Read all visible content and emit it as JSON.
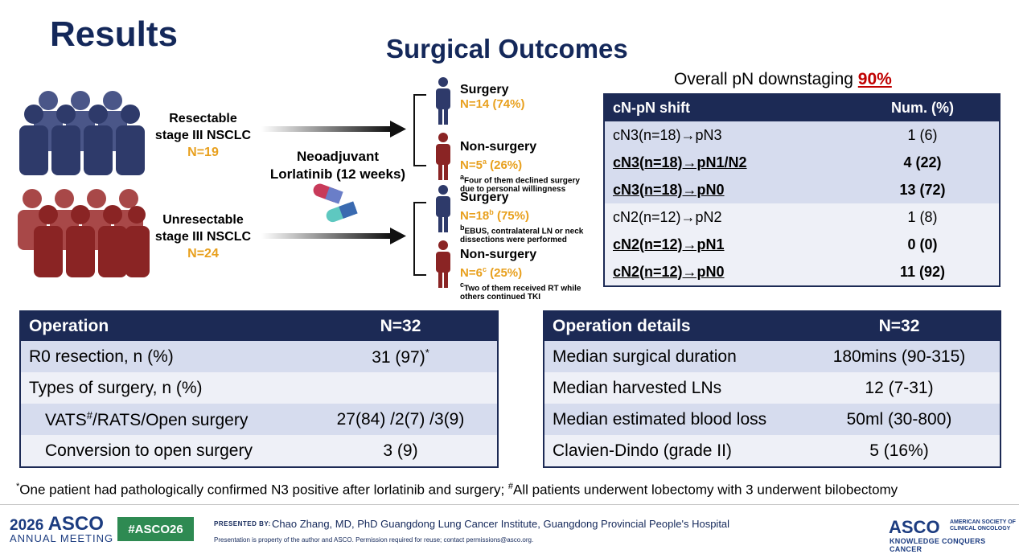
{
  "title": "Results",
  "subtitle": "Surgical Outcomes",
  "groups": {
    "resectable": {
      "line1": "Resectable",
      "line2": "stage III NSCLC",
      "n": "N=19"
    },
    "unresectable": {
      "line1": "Unresectable",
      "line2": "stage III NSCLC",
      "n": "N=24"
    }
  },
  "treatment": {
    "line1": "Neoadjuvant",
    "line2": "Lorlatinib (12 weeks)"
  },
  "outcomes": {
    "res_surgery": {
      "label": "Surgery",
      "n": "N=14 (74%)"
    },
    "res_nonsurgery": {
      "label": "Non-surgery",
      "n_pre": "N=5",
      "n_sup": "a",
      "n_post": " (26%)",
      "note_sup": "a",
      "note": "Four of them declined surgery due to personal willingness"
    },
    "unres_surgery": {
      "label": "Surgery",
      "n_pre": "N=18",
      "n_sup": "b",
      "n_post": " (75%)",
      "note_sup": "b",
      "note": "EBUS, contralateral LN or neck dissections were performed"
    },
    "unres_nonsurgery": {
      "label": "Non-surgery",
      "n_pre": "N=6",
      "n_sup": "c",
      "n_post": " (25%)",
      "note_sup": "c",
      "note": "Two of them received RT while others continued TKI"
    }
  },
  "downstaging": {
    "label": "Overall pN downstaging ",
    "value": "90%"
  },
  "shift_table": {
    "headers": [
      "cN-pN shift",
      "Num. (%)"
    ],
    "rows": [
      {
        "shift": "cN3(n=18)→pN3",
        "num": "1 (6)"
      },
      {
        "shift": "cN3(n=18)→pN1/N2",
        "num": "4 (22)"
      },
      {
        "shift": "cN3(n=18)→pN0",
        "num": "13 (72)"
      },
      {
        "shift": "cN2(n=12)→pN2",
        "num": "1 (8)"
      },
      {
        "shift": "cN2(n=12)→pN1",
        "num": "0 (0)"
      },
      {
        "shift": "cN2(n=12)→pN0",
        "num": "11 (92)"
      }
    ]
  },
  "operation_table": {
    "headers": [
      "Operation",
      "N=32"
    ],
    "r0_label": "R0 resection, n (%)",
    "r0_value": "31 (97)",
    "r0_sup": "*",
    "types_label": "Types of surgery, n (%)",
    "vats_label_pre": "VATS",
    "vats_sup": "#",
    "vats_label_post": "/RATS/Open surgery",
    "vats_value": "27(84) /2(7) /3(9)",
    "conv_label": "Conversion to open surgery",
    "conv_value": "3 (9)"
  },
  "details_table": {
    "headers": [
      "Operation details",
      "N=32"
    ],
    "rows": [
      {
        "label": "Median surgical duration",
        "value": "180mins (90-315)"
      },
      {
        "label": "Median harvested LNs",
        "value": "12 (7-31)"
      },
      {
        "label": "Median estimated blood loss",
        "value": "50ml (30-800)"
      },
      {
        "label": "Clavien-Dindo (grade II)",
        "value": "5 (16%)"
      }
    ]
  },
  "footnote": {
    "sup1": "*",
    "text1": "One patient had pathologically confirmed N3 positive after lorlatinib and surgery; ",
    "sup2": "#",
    "text2": "All patients underwent lobectomy with 3 underwent bilobectomy"
  },
  "footer": {
    "year": "2026",
    "org": "ASCO",
    "meeting": "ANNUAL MEETING",
    "hashtag": "#ASCO26",
    "presented_by": "PRESENTED BY:",
    "presenter": "Chao Zhang, MD, PhD   Guangdong Lung Cancer Institute, Guangdong Provincial People's Hospital",
    "disclaimer": "Presentation is property of the author and ASCO. Permission required for reuse; contact permissions@asco.org.",
    "logo": "ASCO",
    "logo_side1": "AMERICAN SOCIETY OF",
    "logo_side2": "CLINICAL ONCOLOGY",
    "logo_tagline": "KNOWLEDGE CONQUERS CANCER"
  },
  "colors": {
    "navy": "#1c2a55",
    "blue_people": "#3b4a7a",
    "red_people": "#8a2a2a",
    "orange": "#e8a01e",
    "red_pct": "#c00000"
  }
}
